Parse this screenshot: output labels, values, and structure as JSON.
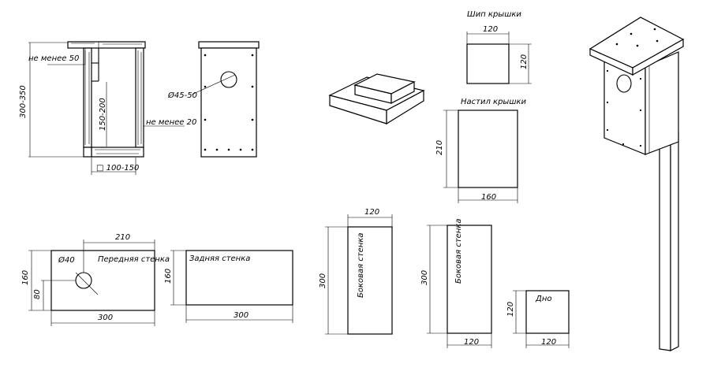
{
  "section": {
    "min_50": "не менее 50",
    "height_range": "300-350",
    "inner_range": "150-200",
    "min_20": "не менее 20",
    "floor_range": "□ 100-150"
  },
  "front_view": {
    "hole": "Ø45-50"
  },
  "lid_spike": {
    "title": "Шип крышки",
    "width": "120",
    "height": "120"
  },
  "lid_board": {
    "title": "Настил крышки",
    "width": "160",
    "height": "210"
  },
  "front_wall": {
    "title": "Передняя стенка",
    "hole": "Ø40",
    "hole_offset_x": "210",
    "height": "160",
    "hole_height": "80",
    "width": "300"
  },
  "back_wall": {
    "title": "Задняя стенка",
    "height": "160",
    "width": "300"
  },
  "side_wall_1": {
    "title": "Боковая стенка",
    "width": "120",
    "height": "300"
  },
  "side_wall_2": {
    "title": "Боковая стенка",
    "width": "120",
    "height": "300"
  },
  "bottom": {
    "title": "Дно",
    "width": "120",
    "height": "120"
  }
}
